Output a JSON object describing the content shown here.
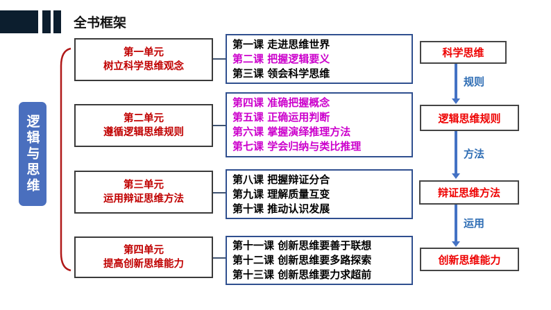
{
  "title": "全书框架",
  "book": "逻辑与思维",
  "units": [
    {
      "name": "第一单元",
      "subtitle": "树立科学思维观念",
      "lessons": [
        {
          "text": "第一课 走进思维世界",
          "color": "#000000"
        },
        {
          "text": "第二课 把握逻辑要义",
          "color": "#cc00cc"
        },
        {
          "text": "第三课 领会科学思维",
          "color": "#000000"
        }
      ]
    },
    {
      "name": "第二单元",
      "subtitle": "遵循逻辑思维规则",
      "lessons": [
        {
          "text": "第四课 准确把握概念",
          "color": "#cc00cc"
        },
        {
          "text": "第五课 正确运用判断",
          "color": "#cc00cc"
        },
        {
          "text": "第六课 掌握演绎推理方法",
          "color": "#cc00cc"
        },
        {
          "text": "第七课 学会归纳与类比推理",
          "color": "#cc00cc"
        }
      ]
    },
    {
      "name": "第三单元",
      "subtitle": "运用辩证思维方法",
      "lessons": [
        {
          "text": "第八课 把握辩证分合",
          "color": "#000000"
        },
        {
          "text": "第九课 理解质量互变",
          "color": "#000000"
        },
        {
          "text": "第十课 推动认识发展",
          "color": "#000000"
        }
      ]
    },
    {
      "name": "第四单元",
      "subtitle": "提高创新思维能力",
      "lessons": [
        {
          "text": "第十一课 创新思维要善于联想",
          "color": "#000000"
        },
        {
          "text": "第十二课 创新思维要多路探索",
          "color": "#000000"
        },
        {
          "text": "第十三课 创新思维要力求超前",
          "color": "#000000"
        }
      ]
    }
  ],
  "flow": {
    "nodes": [
      "科学思维",
      "逻辑思维规则",
      "辩证思维方法",
      "创新思维能力"
    ],
    "edges": [
      "规则",
      "方法",
      "运用"
    ]
  }
}
